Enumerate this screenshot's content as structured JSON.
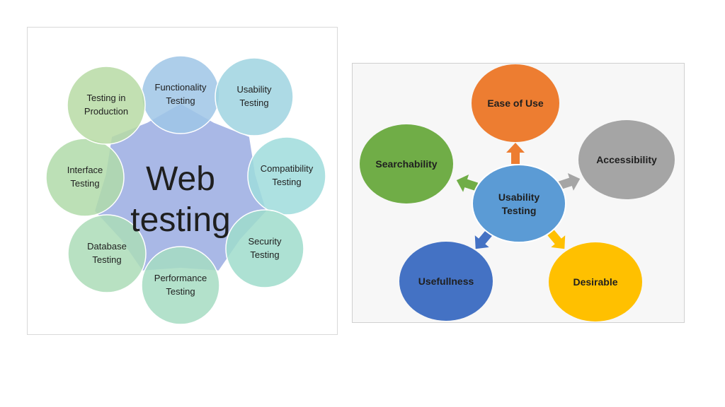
{
  "web_testing": {
    "center_label": [
      "Web",
      "testing"
    ],
    "center_color": "#a9b8e6",
    "nodes": [
      {
        "lines": [
          "Functionality",
          "Testing"
        ],
        "color": "#9fc6e6"
      },
      {
        "lines": [
          "Usability",
          "Testing"
        ],
        "color": "#9fd3e0"
      },
      {
        "lines": [
          "Compatibility",
          "Testing"
        ],
        "color": "#9fdcdc"
      },
      {
        "lines": [
          "Security",
          "Testing"
        ],
        "color": "#9fdccb"
      },
      {
        "lines": [
          "Performance",
          "Testing"
        ],
        "color": "#a6dcc2"
      },
      {
        "lines": [
          "Database",
          "Testing"
        ],
        "color": "#abdcb7"
      },
      {
        "lines": [
          "Interface",
          "Testing"
        ],
        "color": "#b0dba9"
      },
      {
        "lines": [
          "Testing in",
          "Production"
        ],
        "color": "#b7dba4"
      }
    ]
  },
  "usability_testing": {
    "center_label": [
      "Usability",
      "Testing"
    ],
    "center_color": "#5b9bd5",
    "nodes": [
      {
        "label": "Ease of Use",
        "color": "#ed7d31",
        "arrow": "#ed7d31"
      },
      {
        "label": "Accessibility",
        "color": "#a5a5a5",
        "arrow": "#a5a5a5"
      },
      {
        "label": "Desirable",
        "color": "#ffc000",
        "arrow": "#ffc000"
      },
      {
        "label": "Usefullness",
        "color": "#4472c4",
        "arrow": "#4472c4"
      },
      {
        "label": "Searchability",
        "color": "#70ad47",
        "arrow": "#70ad47"
      }
    ]
  }
}
